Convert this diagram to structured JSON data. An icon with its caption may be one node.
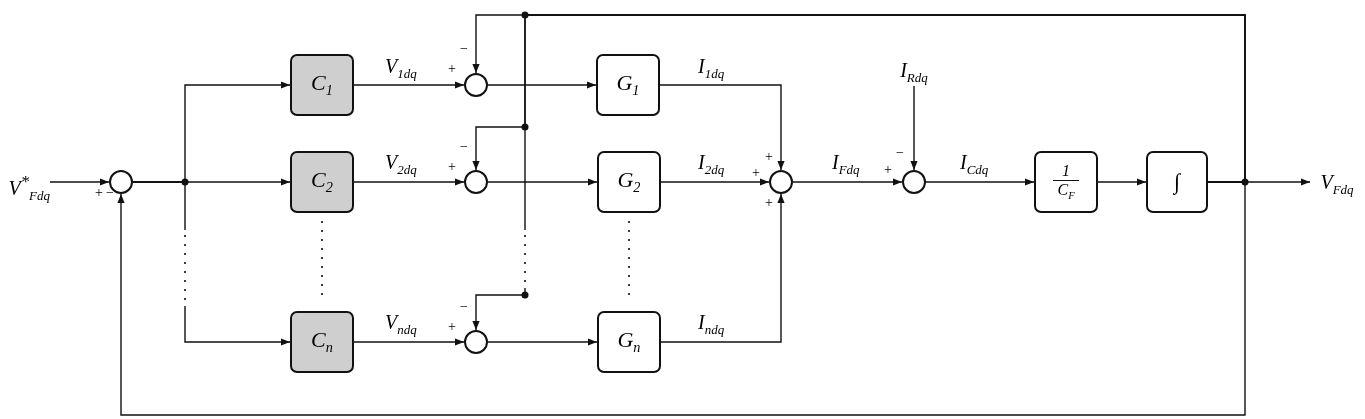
{
  "diagram": {
    "nodes": [
      {
        "text": [
          "V$^{*}$$_{Fdq}$"
        ]
      },
      {
        "text": [],
        "shape": "circle"
      },
      {
        "text": [
          "C$_{1}$"
        ]
      },
      {
        "text": [
          "C$_{2}$"
        ]
      },
      {
        "text": [
          "C$_{n}$"
        ]
      },
      {
        "text": [],
        "shape": "circle"
      },
      {
        "text": [],
        "shape": "circle"
      },
      {
        "text": [],
        "shape": "circle"
      },
      {
        "text": [
          "G$_{1}$"
        ]
      },
      {
        "text": [
          "G$_{2}$"
        ]
      },
      {
        "text": [
          "G$_{n}$"
        ]
      },
      {
        "text": [],
        "shape": "circle"
      },
      {
        "text": [
          "I$_{Rdq}$"
        ]
      },
      {
        "text": [],
        "shape": "circle"
      },
      {
        "text": [
          "1",
          "C$_{F}$"
        ]
      },
      {
        "text": [
          "∫"
        ]
      },
      {
        "text": [
          "V$_{Fdq}$"
        ]
      }
    ],
    "edges": [
      {
        "from": 0,
        "to": 1,
        "arrow": "to"
      },
      {
        "from": 1,
        "to": 2,
        "arrow": "to"
      },
      {
        "from": 1,
        "to": 3,
        "arrow": "to"
      },
      {
        "from": 1,
        "to": 4,
        "arrow": "to"
      },
      {
        "from": 2,
        "to": 5,
        "arrow": "to",
        "label": "V$_{1dq}$"
      },
      {
        "from": 3,
        "to": 6,
        "arrow": "to",
        "label": "V$_{2dq}$"
      },
      {
        "from": 4,
        "to": 7,
        "arrow": "to",
        "label": "V$_{ndq}$"
      },
      {
        "from": 5,
        "to": 8,
        "arrow": "to"
      },
      {
        "from": 6,
        "to": 9,
        "arrow": "to"
      },
      {
        "from": 7,
        "to": 10,
        "arrow": "to"
      },
      {
        "from": 8,
        "to": 11,
        "arrow": "to",
        "label": "I$_{1dq}$"
      },
      {
        "from": 9,
        "to": 11,
        "arrow": "to",
        "label": "I$_{2dq}$"
      },
      {
        "from": 10,
        "to": 11,
        "arrow": "to",
        "label": "I$_{ndq}$"
      },
      {
        "from": 11,
        "to": 13,
        "arrow": "to",
        "label": "I$_{Fdq}$"
      },
      {
        "from": 12,
        "to": 13,
        "arrow": "to"
      },
      {
        "from": 13,
        "to": 14,
        "arrow": "to",
        "label": "I$_{Cdq}$"
      },
      {
        "from": 14,
        "to": 15,
        "arrow": "to"
      },
      {
        "from": 15,
        "to": 16,
        "arrow": "to"
      },
      {
        "from": 15,
        "to": 1,
        "arrow": "to"
      },
      {
        "from": 15,
        "to": 5,
        "arrow": "to"
      },
      {
        "from": 15,
        "to": 6,
        "arrow": "to"
      },
      {
        "from": 15,
        "to": 7,
        "arrow": "to"
      }
    ],
    "labels": [
      "+",
      "−",
      "−",
      "+",
      "−",
      "+",
      "−",
      "+",
      "+",
      "+",
      "+",
      "−",
      "+"
    ]
  }
}
